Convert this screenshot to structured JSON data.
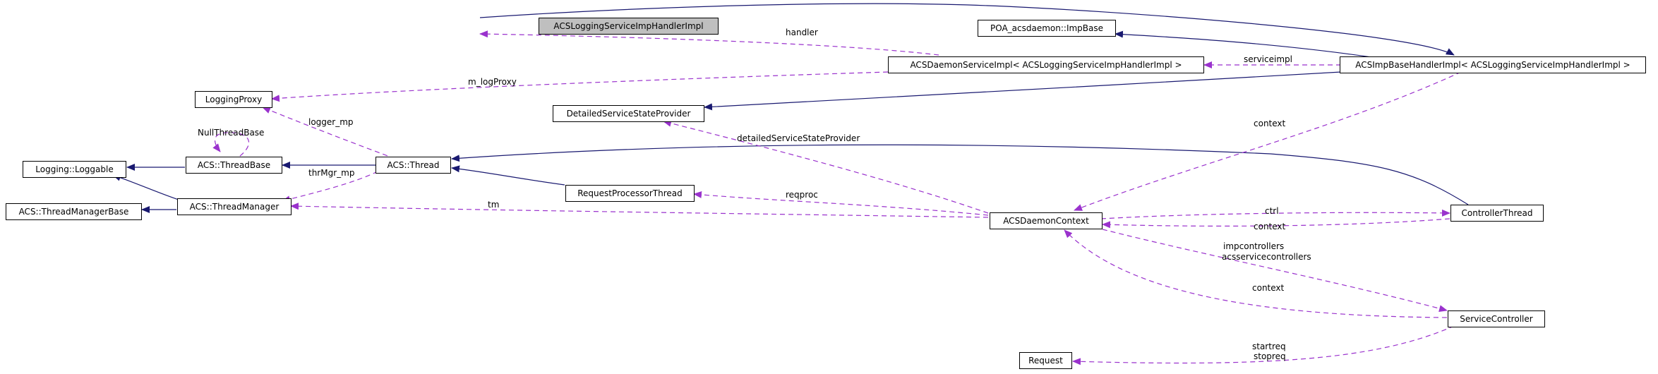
{
  "colors": {
    "inheritance": "#191970",
    "usage": "#9a32cd",
    "focus_fill": "#bfbfbf"
  },
  "nodes": {
    "acs_logging_handler": "ACSLoggingServiceImpHandlerImpl",
    "poa_impbase": "POA_acsdaemon::ImpBase",
    "daemon_service_impl": "ACSDaemonServiceImpl< ACSLoggingServiceImpHandlerImpl >",
    "imp_base_handler": "ACSImpBaseHandlerImpl< ACSLoggingServiceImpHandlerImpl >",
    "logging_proxy": "LoggingProxy",
    "detailed_state_provider": "DetailedServiceStateProvider",
    "loggable": "Logging::Loggable",
    "thread_base": "ACS::ThreadBase",
    "thread": "ACS::Thread",
    "thread_manager_base": "ACS::ThreadManagerBase",
    "thread_manager": "ACS::ThreadManager",
    "request_processor_thread": "RequestProcessorThread",
    "daemon_context": "ACSDaemonContext",
    "controller_thread": "ControllerThread",
    "service_controller": "ServiceController",
    "request": "Request"
  },
  "edge_labels": {
    "handler": "handler",
    "serviceimpl": "serviceimpl",
    "m_log_proxy": "m_logProxy",
    "null_thread_base": "NullThreadBase",
    "logger_mp": "logger_mp",
    "detailed_state_provider": "detailedServiceStateProvider",
    "context_top": "context",
    "thr_mgr_mp": "thrMgr_mp",
    "reqproc": "reqproc",
    "tm": "tm",
    "ctrl": "ctrl",
    "context_ctrl": "context",
    "impcontrollers": "impcontrollers",
    "acsservicecontrollers": "acsservicecontrollers",
    "context_service": "context",
    "startreq": "startreq",
    "stopreq": "stopreq"
  }
}
